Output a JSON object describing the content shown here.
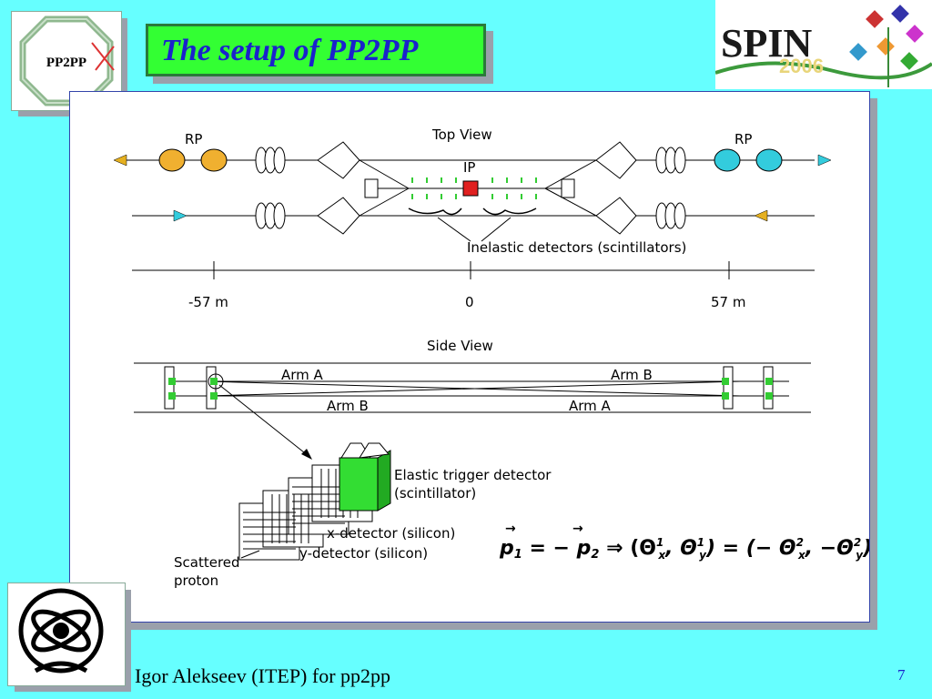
{
  "title": "The setup of PP2PP",
  "logo_pp2pp": "PP2PP",
  "spin_logo": {
    "text": "SPIN",
    "year": "2006"
  },
  "figure": {
    "top_view": "Top View",
    "rp_left": "RP",
    "rp_right": "RP",
    "ip": "IP",
    "inelastic": "Inelastic detectors (scintillators)",
    "tick_left": "-57 m",
    "tick_center": "0",
    "tick_right": "57 m",
    "side_view": "Side View",
    "arm_a_top": "Arm A",
    "arm_b_top": "Arm B",
    "arm_b_bottom": "Arm B",
    "arm_a_bottom": "Arm A",
    "elastic_line1": "Elastic trigger detector",
    "elastic_line2": "(scintillator)",
    "x_detector": "x-detector (silicon)",
    "y_detector": "y-detector (silicon)",
    "scattered_line1": "Scattered",
    "scattered_line2": "proton"
  },
  "footer": "Igor Alekseev (ITEP) for pp2pp",
  "page_number": "7",
  "colors": {
    "background": "#66ffff",
    "title_bg": "#33ff33",
    "title_text": "#1a22cc"
  }
}
